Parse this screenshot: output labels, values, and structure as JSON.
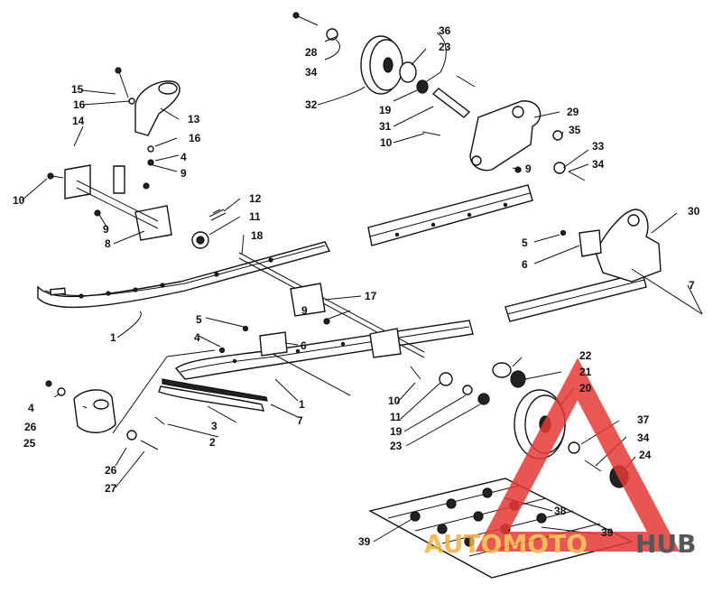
{
  "callouts": [
    {
      "id": "c1",
      "text": "1"
    },
    {
      "id": "c1b",
      "text": "1"
    },
    {
      "id": "c2",
      "text": "2"
    },
    {
      "id": "c3",
      "text": "3"
    },
    {
      "id": "c4a",
      "text": "4"
    },
    {
      "id": "c4b",
      "text": "4"
    },
    {
      "id": "c4c",
      "text": "4"
    },
    {
      "id": "c5a",
      "text": "5"
    },
    {
      "id": "c5b",
      "text": "5"
    },
    {
      "id": "c6a",
      "text": "6"
    },
    {
      "id": "c6b",
      "text": "6"
    },
    {
      "id": "c7a",
      "text": "7"
    },
    {
      "id": "c7b",
      "text": "7"
    },
    {
      "id": "c8",
      "text": "8"
    },
    {
      "id": "c9a",
      "text": "9"
    },
    {
      "id": "c9b",
      "text": "9"
    },
    {
      "id": "c9c",
      "text": "9"
    },
    {
      "id": "c9d",
      "text": "9"
    },
    {
      "id": "c10a",
      "text": "10"
    },
    {
      "id": "c10b",
      "text": "10"
    },
    {
      "id": "c10c",
      "text": "10"
    },
    {
      "id": "c11a",
      "text": "11"
    },
    {
      "id": "c11b",
      "text": "11"
    },
    {
      "id": "c12",
      "text": "12"
    },
    {
      "id": "c13",
      "text": "13"
    },
    {
      "id": "c14",
      "text": "14"
    },
    {
      "id": "c15",
      "text": "15"
    },
    {
      "id": "c16a",
      "text": "16"
    },
    {
      "id": "c16b",
      "text": "16"
    },
    {
      "id": "c17",
      "text": "17"
    },
    {
      "id": "c18",
      "text": "18"
    },
    {
      "id": "c19a",
      "text": "19"
    },
    {
      "id": "c19b",
      "text": "19"
    },
    {
      "id": "c20",
      "text": "20"
    },
    {
      "id": "c21",
      "text": "21"
    },
    {
      "id": "c22",
      "text": "22"
    },
    {
      "id": "c23a",
      "text": "23"
    },
    {
      "id": "c23b",
      "text": "23"
    },
    {
      "id": "c24",
      "text": "24"
    },
    {
      "id": "c25",
      "text": "25"
    },
    {
      "id": "c26a",
      "text": "26"
    },
    {
      "id": "c26b",
      "text": "26"
    },
    {
      "id": "c27",
      "text": "27"
    },
    {
      "id": "c28",
      "text": "28"
    },
    {
      "id": "c29",
      "text": "29"
    },
    {
      "id": "c30",
      "text": "30"
    },
    {
      "id": "c31",
      "text": "31"
    },
    {
      "id": "c32",
      "text": "32"
    },
    {
      "id": "c33",
      "text": "33"
    },
    {
      "id": "c34a",
      "text": "34"
    },
    {
      "id": "c34b",
      "text": "34"
    },
    {
      "id": "c34c",
      "text": "34"
    },
    {
      "id": "c35",
      "text": "35"
    },
    {
      "id": "c36",
      "text": "36"
    },
    {
      "id": "c37",
      "text": "37"
    },
    {
      "id": "c38",
      "text": "38"
    },
    {
      "id": "c39a",
      "text": "39"
    },
    {
      "id": "c39b",
      "text": "39"
    }
  ],
  "watermark": {
    "part_a": "AUTOMOTO",
    "part_b": "HUB",
    "color_a": "#f5b041",
    "color_b": "#3a3a3a",
    "triangle_color": "#e53935"
  }
}
